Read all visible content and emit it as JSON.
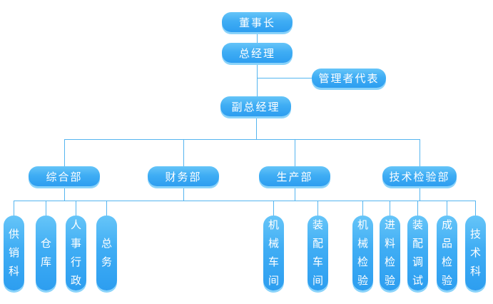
{
  "colors": {
    "background": "#ffffff",
    "node_gradient_top": "#66c5f8",
    "node_gradient_bottom": "#2d9ef0",
    "node_shadow_lip": "#8ad3fa",
    "connector_line": "#55b5f0",
    "node_text": "#ffffff"
  },
  "org_chart": {
    "type": "org-tree",
    "nodes": {
      "chairman": {
        "label": "董事长"
      },
      "general_manager": {
        "label": "总经理"
      },
      "management_representative": {
        "label": "管理者代表"
      },
      "deputy_general_manager": {
        "label": "副总经理"
      }
    },
    "departments": [
      {
        "label": "综合部"
      },
      {
        "label": "财务部"
      },
      {
        "label": "生产部"
      },
      {
        "label": "技术检验部"
      }
    ],
    "sections": [
      {
        "label": "供销科",
        "parent": "综合部"
      },
      {
        "label": "仓库",
        "parent": "综合部"
      },
      {
        "label": "人事行政",
        "parent": "综合部"
      },
      {
        "label": "总务",
        "parent": "综合部"
      },
      {
        "label": "机械车间",
        "parent": "生产部"
      },
      {
        "label": "装配车间",
        "parent": "生产部"
      },
      {
        "label": "机械检验",
        "parent": "技术检验部"
      },
      {
        "label": "进料检验",
        "parent": "技术检验部"
      },
      {
        "label": "装配调试",
        "parent": "技术检验部"
      },
      {
        "label": "成品检验",
        "parent": "技术检验部"
      },
      {
        "label": "技术科",
        "parent": "技术检验部"
      }
    ],
    "hierarchy": "董事长 > 总经理 (管理者代表) > 副总经理 > [综合部, 财务部, 生产部, 技术检验部]"
  }
}
